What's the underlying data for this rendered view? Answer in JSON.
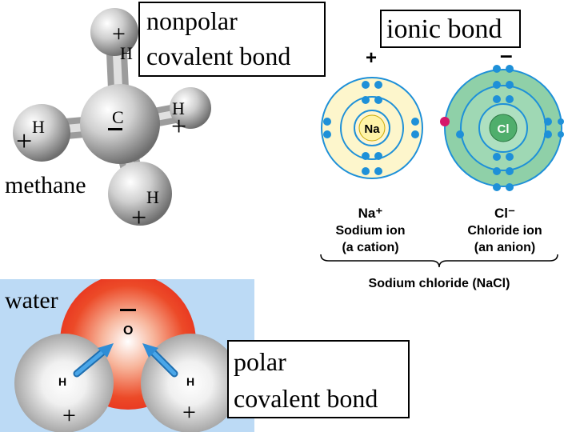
{
  "methane": {
    "label": "methane",
    "atoms": {
      "h_top": "H",
      "h_left": "H",
      "h_right": "H",
      "h_bottom": "H",
      "c": "C"
    },
    "charges": {
      "plus": "+",
      "minus": "–"
    }
  },
  "nonpolar_box": {
    "line1": "nonpolar",
    "line2": "covalent bond"
  },
  "ionic": {
    "title": "ionic bond",
    "plus": "+",
    "minus": "–",
    "na_symbol": "Na",
    "cl_symbol": "Cl",
    "na_ion": "Na⁺",
    "na_name": "Sodium ion",
    "na_kind": "(a cation)",
    "cl_ion": "Cl⁻",
    "cl_name": "Chloride ion",
    "cl_kind": "(an anion)",
    "compound": "Sodium chloride (NaCl)"
  },
  "water": {
    "label": "water",
    "o": "O",
    "h_left": "H",
    "h_right": "H",
    "minus": "–",
    "plus": "+"
  },
  "polar_box": {
    "line1": "polar",
    "line2": "covalent bond"
  },
  "colors": {
    "na_shell_fill": "#fdf6cc",
    "cl_shell_fill": "#8fd0a8",
    "electron": "#1e90d8",
    "transferred_electron": "#d6176a",
    "oxygen_red": "#e8321e",
    "water_bg": "#bcdaf5"
  }
}
